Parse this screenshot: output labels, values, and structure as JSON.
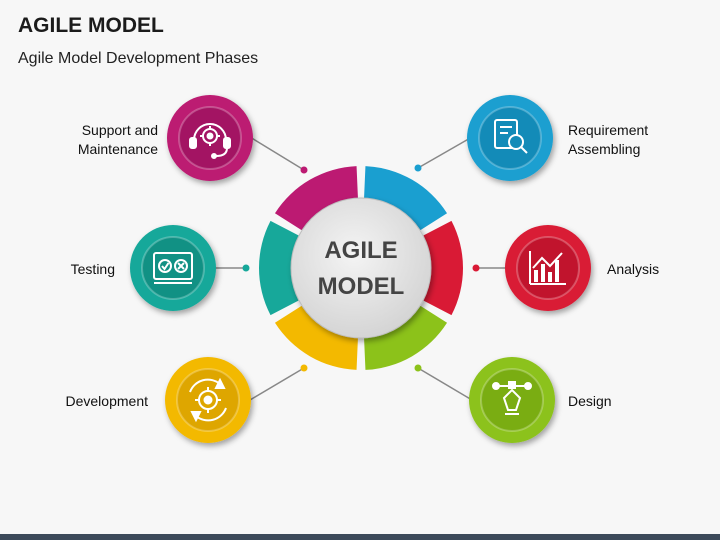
{
  "title": "AGILE MODEL",
  "subtitle": "Agile Model Development Phases",
  "center": {
    "line1": "AGILE",
    "line2": "MODEL"
  },
  "phases": [
    {
      "label_line1": "Requirement",
      "label_line2": "Assembling",
      "icon": "document-search-icon",
      "color": "#1a9fd0"
    },
    {
      "label_line1": "Analysis",
      "label_line2": "",
      "icon": "bar-chart-icon",
      "color": "#d91a35"
    },
    {
      "label_line1": "Design",
      "label_line2": "",
      "icon": "pen-tool-icon",
      "color": "#8cc21a"
    },
    {
      "label_line1": "Development",
      "label_line2": "",
      "icon": "gear-cycle-icon",
      "color": "#f3b900"
    },
    {
      "label_line1": "Testing",
      "label_line2": "",
      "icon": "monitor-check-icon",
      "color": "#17a89a"
    },
    {
      "label_line1": "Support and",
      "label_line2": "Maintenance",
      "icon": "headset-gear-icon",
      "color": "#bc1a72"
    }
  ]
}
